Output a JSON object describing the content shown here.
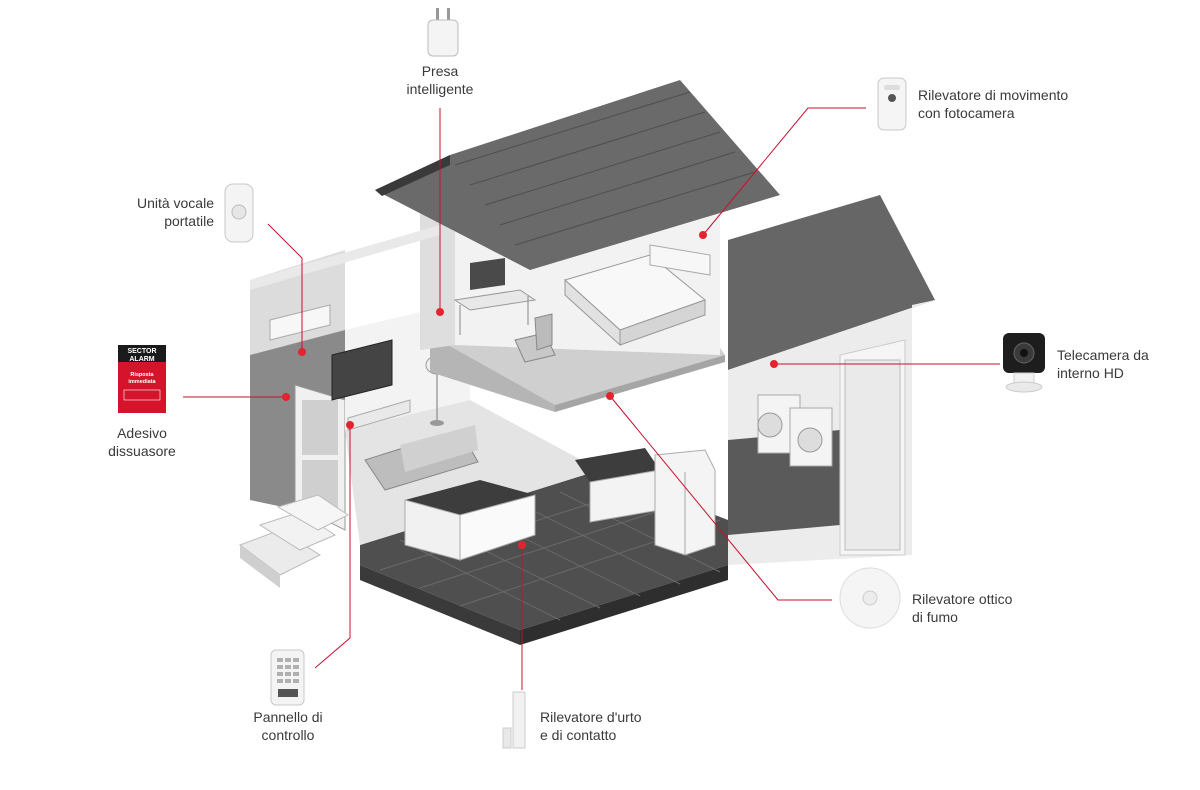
{
  "colors": {
    "accent": "#e2242f",
    "roof": "#6b6b6b",
    "wall": "#e6e6e6",
    "floor": "#555555",
    "line": "#c8102e"
  },
  "devices": {
    "smart_plug": {
      "line1": "Presa",
      "line2": "intelligente",
      "icon": "smart-plug-icon"
    },
    "motion_camera": {
      "line1": "Rilevatore di movimento",
      "line2": "con fotocamera",
      "icon": "motion-camera-icon"
    },
    "voice_unit": {
      "line1": "Unità vocale",
      "line2": "portatile",
      "icon": "voice-unit-icon"
    },
    "sticker": {
      "line1": "Adesivo",
      "line2": "dissuasore",
      "icon": "sticker-icon",
      "brand_1": "SECTOR",
      "brand_2": "ALARM",
      "sticker_text_1": "Risposta",
      "sticker_text_2": "immediata"
    },
    "hd_camera": {
      "line1": "Telecamera da",
      "line2": "interno HD",
      "icon": "hd-camera-icon"
    },
    "smoke_detector": {
      "line1": "Rilevatore ottico",
      "line2": "di fumo",
      "icon": "smoke-detector-icon"
    },
    "control_panel": {
      "line1": "Pannello di",
      "line2": "controllo",
      "icon": "keypad-icon"
    },
    "shock_contact": {
      "line1": "Rilevatore d'urto",
      "line2": "e di contatto",
      "icon": "contact-sensor-icon"
    }
  }
}
